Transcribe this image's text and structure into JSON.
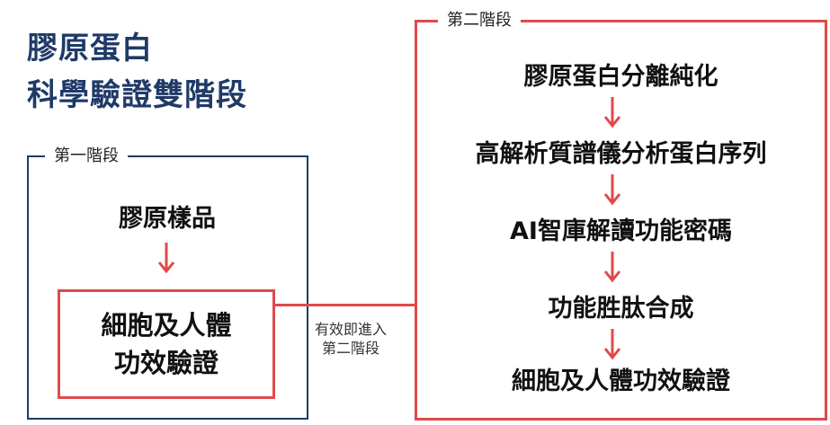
{
  "title": {
    "line1": "膠原蛋白",
    "line2": "科學驗證雙階段"
  },
  "stage1": {
    "label": "第一階段",
    "sample": "膠原樣品",
    "test_line1": "細胞及人體",
    "test_line2": "功效驗證"
  },
  "connector": {
    "line1": "有效即進入",
    "line2": "第二階段"
  },
  "stage2": {
    "label": "第二階段",
    "steps": [
      "膠原蛋白分離純化",
      "高解析質譜儀分析蛋白序列",
      "AI智庫解讀功能密碼",
      "功能胜肽合成",
      "細胞及人體功效驗證"
    ]
  },
  "colors": {
    "navy": "#1f3a68",
    "red": "#e0494b"
  }
}
